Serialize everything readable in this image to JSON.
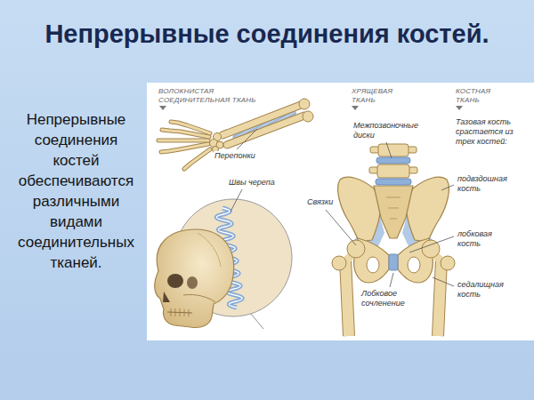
{
  "diagram": {
    "title": "Непрерывные соединения костей.",
    "labels": [
      "Непрерывные соединения костей обеспечиваются различными видами соединительных тканей.",
      "ВОЛОКНИСТАЯ СОЕДИНИТЕЛЬНАЯ ТКАНЬ",
      "ХРЯЩЕВАЯ ТКАНЬ",
      "КОСТНАЯ ТКАНЬ",
      "Перепонки",
      "Швы черепа",
      "Связки",
      "Межпозвоночные диски",
      "Тазовая кость срастается из трех костей:",
      "подвздошная кость",
      "лобковая кость",
      "седалищная кость",
      "Лобковое сочленение"
    ]
  }
}
